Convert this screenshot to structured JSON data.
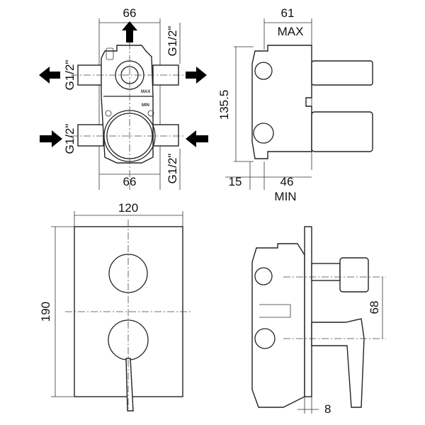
{
  "front_view": {
    "width_top": "66",
    "width_bottom": "66",
    "thread_left_upper": "G1/2\"",
    "thread_left_lower": "G1/2\"",
    "thread_right_upper": "G1/2\"",
    "thread_right_lower": "G1/2\"",
    "body_mark_max": "MAX",
    "body_mark_min": "MIN"
  },
  "side_view": {
    "depth_max": "61",
    "max_label": "MAX",
    "height": "135.5",
    "offset": "15",
    "depth_min": "46",
    "min_label": "MIN"
  },
  "plate_view": {
    "width": "120",
    "height": "190"
  },
  "assembled_side_view": {
    "axis_distance": "68",
    "plate_thickness": "8"
  }
}
